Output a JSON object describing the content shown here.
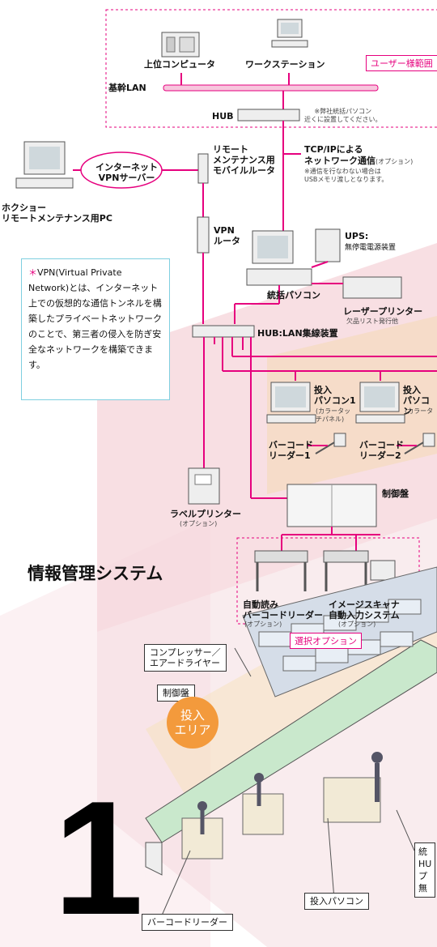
{
  "labels": {
    "host_computer": "上位コンピュータ",
    "workstation": "ワークステーション",
    "user_scope": "ユーザー様範囲",
    "backbone_lan": "基幹LAN",
    "hub": "HUB",
    "hub_note": "※弊社統括パソコン\n近くに設置してください。",
    "internet_vpn": "インターネット\nVPNサーバー",
    "remote_router": "リモート\nメンテナンス用\nモバイルルータ",
    "tcpip": "TCP/IPによる",
    "network_comm": "ネットワーク通信",
    "network_comm_option": "(オプション)",
    "network_comm_note": "※通信を行なわない場合は\nUSBメモリ渡しとなります。",
    "hokushou_pc": "ホクショー\nリモートメンテナンス用PC",
    "vpn_router": "VPN\nルータ",
    "ups": "UPS:",
    "ups_desc": "無停電電源装置",
    "control_pc": "統括パソコン",
    "laser_printer": "レーザープリンター",
    "laser_printer_note": "欠品リスト発行他",
    "hub_lan": "HUB:LAN集線装置",
    "input_pc1": "投入\nパソコン1",
    "input_pc1_note": "(カラータッ\nチパネル)",
    "input_pc2": "投入\nパソコン",
    "input_pc2_note": "(カラータ",
    "barcode_reader1": "バーコード\nリーダー1",
    "barcode_reader2": "バーコード\nリーダー2",
    "control_panel": "制御盤",
    "label_printer": "ラベルプリンター",
    "label_printer_option": "(オプション)",
    "info_system": "情報管理システム",
    "auto_reader": "自動読み\nバーコードリーダー",
    "auto_reader_option": "(オプション)",
    "image_scanner": "イメージスキャナ\n自動入力システム",
    "image_scanner_option": "(オプション)",
    "select_option": "選択オプション",
    "compressor": "コンプレッサー／\nエアードライヤー",
    "control_panel2": "制御盤",
    "input_area": "投入\nエリア",
    "right_partial": "統\nHU\nプ\n無",
    "barcode_reader_bottom": "バーコードリーダー",
    "input_pc_bottom": "投入パソコン",
    "big_number": "1"
  },
  "vpn_note": {
    "asterisk": "＊",
    "text": "VPN(Virtual Private Network)とは、インターネット上での仮想的な通信トンネルを構築したプライベートネットワークのことで、第三者の侵入を防ぎ安全なネットワークを構築できます。"
  },
  "colors": {
    "accent": "#e6007e",
    "line": "#e6007e",
    "note_border": "#7fcfe0",
    "input_area": "#f39a3c"
  }
}
